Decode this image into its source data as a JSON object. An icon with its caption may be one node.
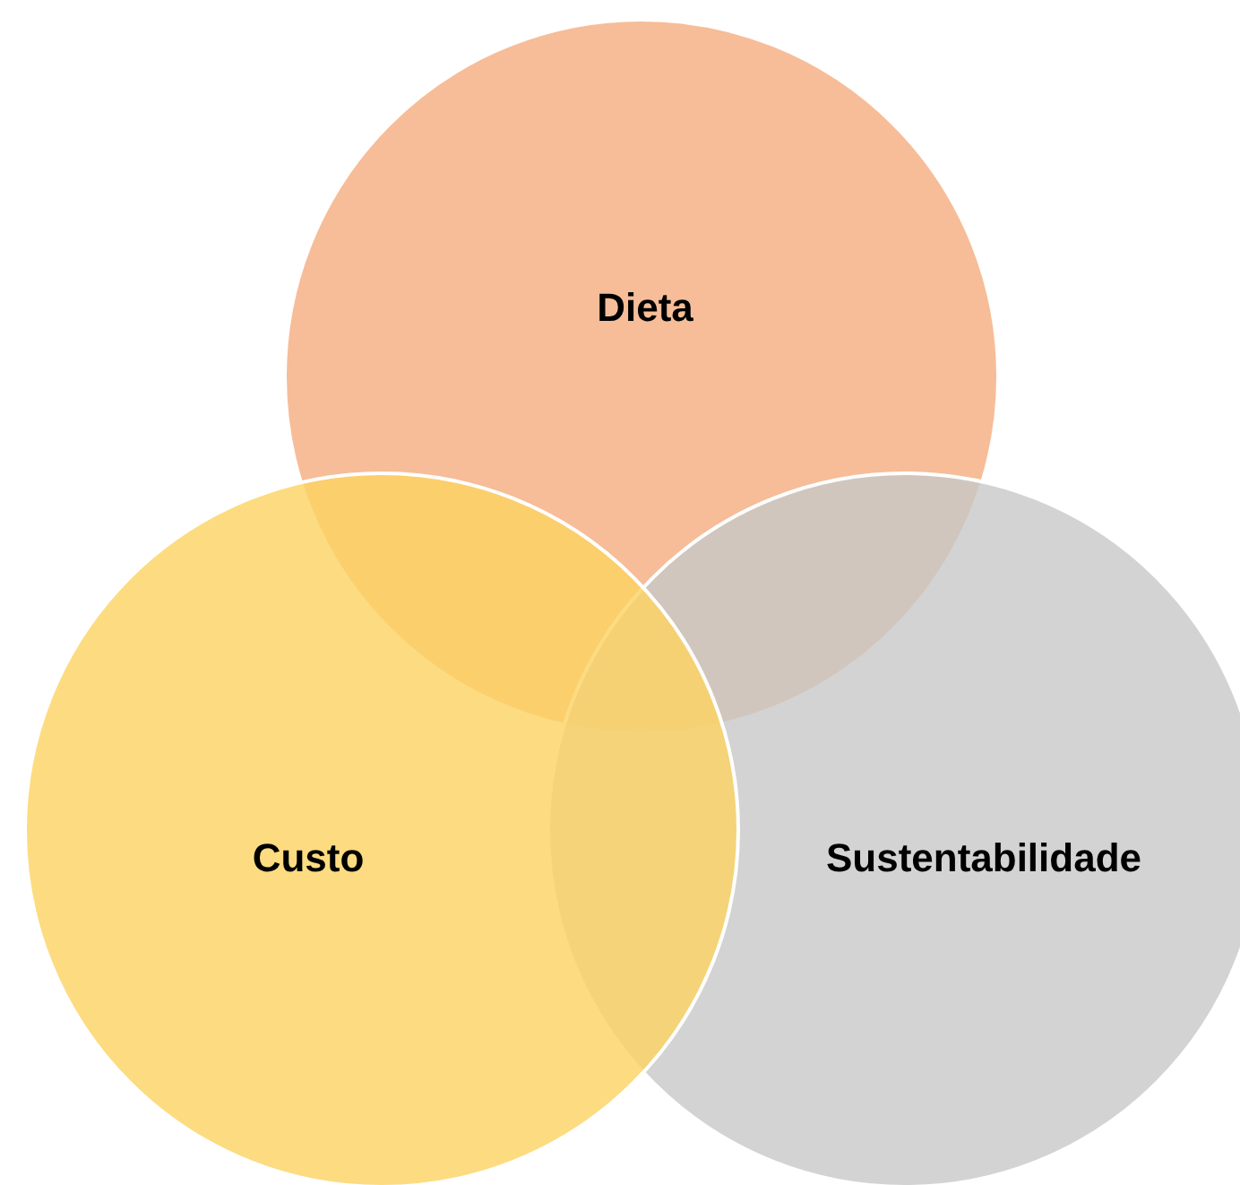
{
  "diagram": {
    "nodes": [
      {
        "text": [
          "Dieta"
        ]
      },
      {
        "text": [
          "Custo"
        ]
      },
      {
        "text": [
          "Sustentabilidade"
        ]
      }
    ],
    "edges": []
  }
}
